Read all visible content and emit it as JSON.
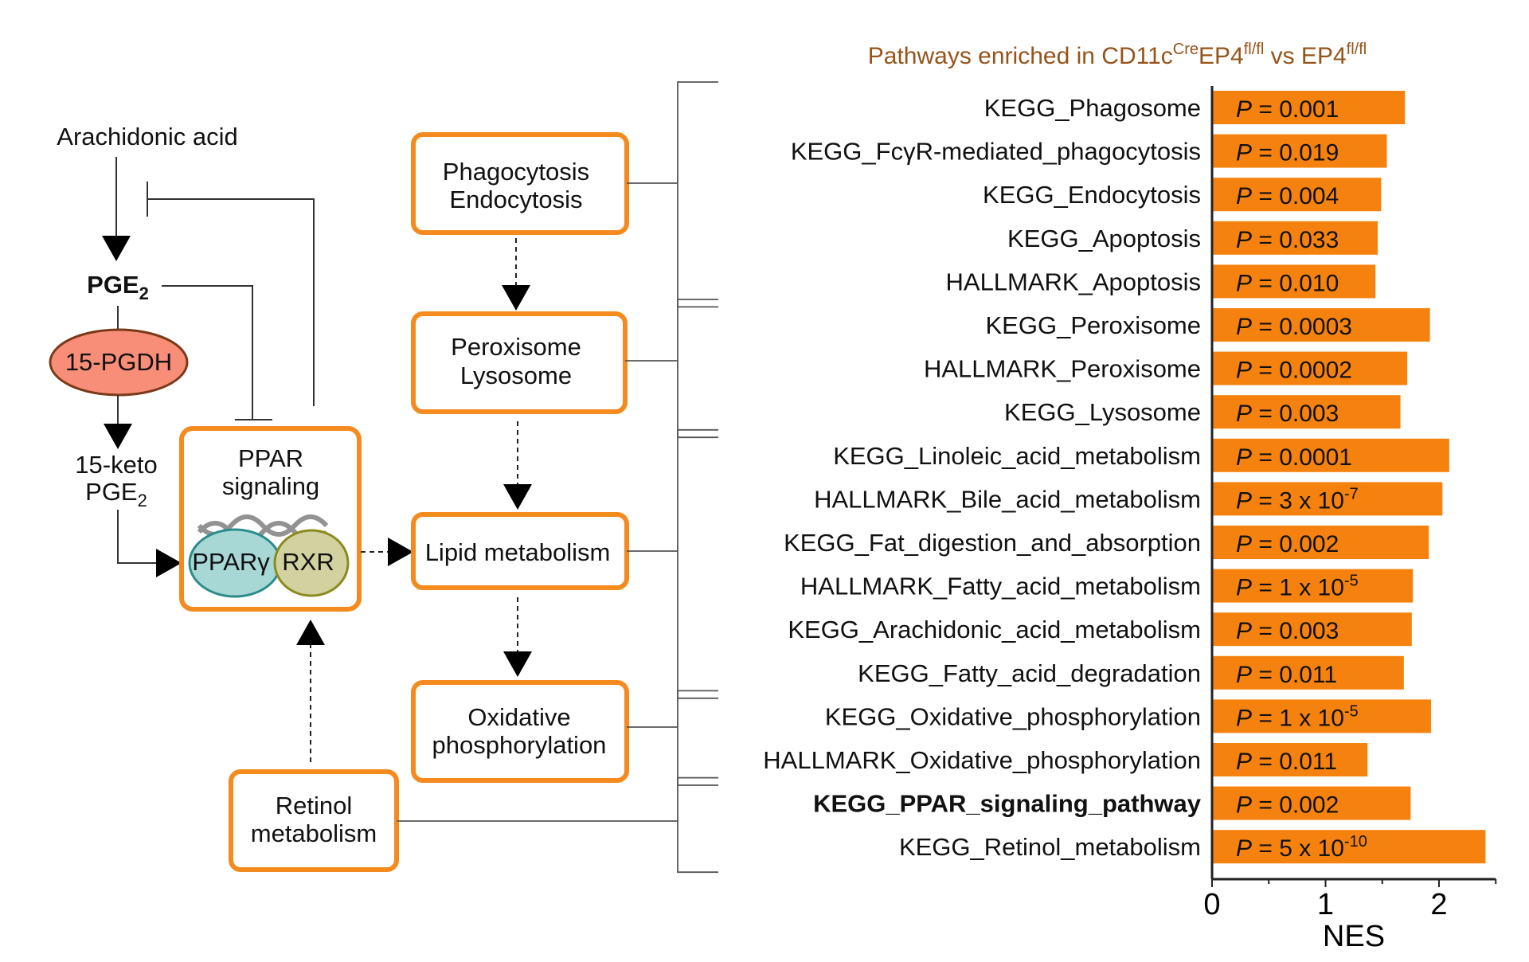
{
  "diagram": {
    "arachidonic": "Arachidonic acid",
    "pge2": "PGE",
    "pge2_sub": "2",
    "pgdh": "15-PGDH",
    "keto_line1": "15-keto",
    "keto_line2": "PGE",
    "keto_sub": "2",
    "ppar_line1": "PPAR",
    "ppar_line2": "signaling",
    "ppar_gamma": "PPARγ",
    "rxr": "RXR",
    "retinol_line1": "Retinol",
    "retinol_line2": "metabolism",
    "phago_line1": "Phagocytosis",
    "phago_line2": "Endocytosis",
    "perox_line1": "Peroxisome",
    "perox_line2": "Lysosome",
    "lipid": "Lipid metabolism",
    "oxid_line1": "Oxidative",
    "oxid_line2": "phosphorylation"
  },
  "chart_data": {
    "type": "bar",
    "orientation": "horizontal",
    "title_parts": [
      "Pathways enriched in CD11c",
      "Cre",
      "EP4",
      "fl/fl",
      " vs EP4",
      "fl/fl"
    ],
    "xlabel": "NES",
    "xlim": [
      0,
      2.5
    ],
    "xticks": [
      "0",
      "1",
      "2"
    ],
    "colors": {
      "bar": "#f5820f",
      "title": "#96541a"
    },
    "categories": [
      "KEGG_Phagosome",
      "KEGG_FcγR-mediated_phagocytosis",
      "KEGG_Endocytosis",
      "KEGG_Apoptosis",
      "HALLMARK_Apoptosis",
      "KEGG_Peroxisome",
      "HALLMARK_Peroxisome",
      "KEGG_Lysosome",
      "KEGG_Linoleic_acid_metabolism",
      "HALLMARK_Bile_acid_metabolism",
      "KEGG_Fat_digestion_and_absorption",
      "HALLMARK_Fatty_acid_metabolism",
      "KEGG_Arachidonic_acid_metabolism",
      "KEGG_Fatty_acid_degradation",
      "KEGG_Oxidative_phosphorylation",
      "HALLMARK_Oxidative_phosphorylation",
      "KEGG_PPAR_signaling_pathway",
      "KEGG_Retinol_metabolism"
    ],
    "bold": [
      false,
      false,
      false,
      false,
      false,
      false,
      false,
      false,
      false,
      false,
      false,
      false,
      false,
      false,
      false,
      false,
      true,
      false
    ],
    "values": [
      1.7,
      1.54,
      1.49,
      1.46,
      1.44,
      1.92,
      1.72,
      1.66,
      2.09,
      2.03,
      1.91,
      1.77,
      1.76,
      1.69,
      1.93,
      1.37,
      1.75,
      2.41
    ],
    "p_values": [
      {
        "text": " = 0.001",
        "sup": ""
      },
      {
        "text": " = 0.019",
        "sup": ""
      },
      {
        "text": " = 0.004",
        "sup": ""
      },
      {
        "text": " = 0.033",
        "sup": ""
      },
      {
        "text": " = 0.010",
        "sup": ""
      },
      {
        "text": " = 0.0003",
        "sup": ""
      },
      {
        "text": " = 0.0002",
        "sup": ""
      },
      {
        "text": " = 0.003",
        "sup": ""
      },
      {
        "text": " = 0.0001",
        "sup": ""
      },
      {
        "text": " = 3 x 10",
        "sup": "-7"
      },
      {
        "text": " = 0.002",
        "sup": ""
      },
      {
        "text": " = 1 x 10",
        "sup": "-5"
      },
      {
        "text": " = 0.003",
        "sup": ""
      },
      {
        "text": " = 0.011",
        "sup": ""
      },
      {
        "text": " = 1 x 10",
        "sup": "-5"
      },
      {
        "text": " = 0.011",
        "sup": ""
      },
      {
        "text": " = 0.002",
        "sup": ""
      },
      {
        "text": " = 5 x 10",
        "sup": "-10"
      }
    ],
    "p_symbol": "P",
    "groups": [
      [
        0,
        4
      ],
      [
        5,
        7
      ],
      [
        8,
        13
      ],
      [
        14,
        15
      ],
      [
        16,
        17
      ]
    ]
  }
}
